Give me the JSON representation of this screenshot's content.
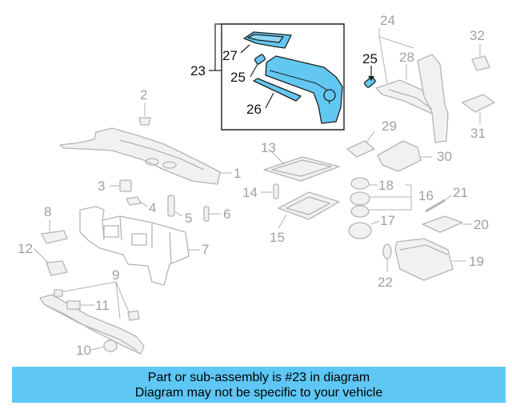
{
  "callouts": {
    "c1": "1",
    "c2": "2",
    "c3": "3",
    "c4": "4",
    "c5": "5",
    "c6": "6",
    "c7": "7",
    "c8": "8",
    "c9": "9",
    "c10": "10",
    "c11": "11",
    "c12": "12",
    "c13": "13",
    "c14": "14",
    "c15": "15",
    "c16": "16",
    "c17": "17",
    "c18": "18",
    "c19": "19",
    "c20": "20",
    "c21": "21",
    "c22": "22",
    "c23": "23",
    "c24": "24",
    "c25a": "25",
    "c25b": "25",
    "c26": "26",
    "c27": "27",
    "c28": "28",
    "c29": "29",
    "c30": "30",
    "c31": "31",
    "c32": "32"
  },
  "highlight": {
    "part_number": "23",
    "color": "#62c8f2"
  },
  "banner": {
    "line1": "Part or sub-assembly is #23 in diagram",
    "line2": "Diagram may not be specific to your vehicle",
    "color": "#5ec7f5"
  }
}
